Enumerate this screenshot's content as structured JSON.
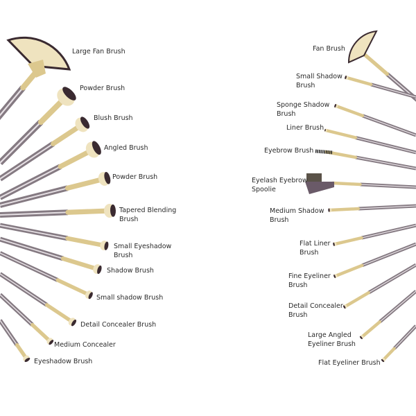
{
  "left_brushes": [
    {
      "label": "Large Fan Brush"
    },
    {
      "label": "Powder Brush"
    },
    {
      "label": "Blush Brush"
    },
    {
      "label": "Angled Brush"
    },
    {
      "label": "Powder Brush"
    },
    {
      "label": "Tapered Blending Brush"
    },
    {
      "label": "Small Eyeshadow Brush"
    },
    {
      "label": "Shadow Brush"
    },
    {
      "label": "Small shadow Brush"
    },
    {
      "label": "Detail Concealer Brush"
    },
    {
      "label": "Medium Concealer"
    },
    {
      "label": "Eyeshadow Brush"
    }
  ],
  "right_brushes": [
    {
      "label": "Fan Brush"
    },
    {
      "label": "Small Shadow Brush"
    },
    {
      "label": "Sponge Shadow Brush"
    },
    {
      "label": "Liner Brush"
    },
    {
      "label": "Eyebrow Brush"
    },
    {
      "label": "Eyelash Eyebrow Spoolie"
    },
    {
      "label": "Medium Shadow Brush"
    },
    {
      "label": "Flat Liner Brush"
    },
    {
      "label": "Fine Eyeliner Brush"
    },
    {
      "label": "Detail Concealer Brush"
    },
    {
      "label": "Large Angled Eyeliner Brush"
    },
    {
      "label": "Flat Eyeliner Brush"
    }
  ],
  "colors": {
    "handle": "#857a82",
    "stripe": "#e6e0e4",
    "ferrule": "#dcc88e",
    "bristle_light": "#efe3bf",
    "bristle_dark": "#3a2a30"
  }
}
